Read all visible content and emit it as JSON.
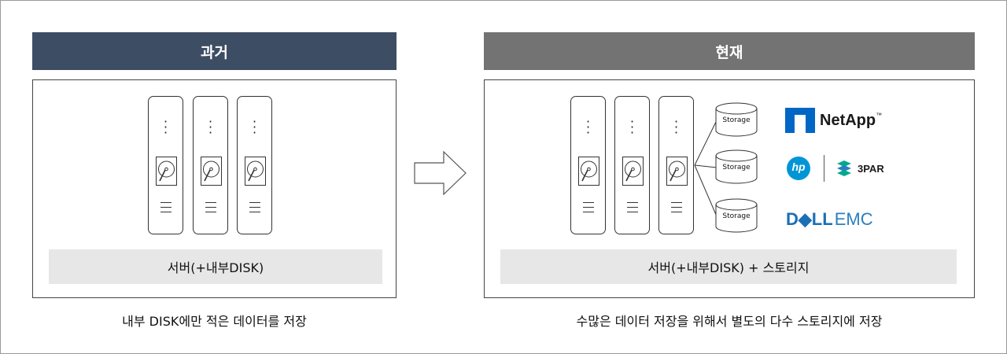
{
  "past": {
    "header": "과거",
    "label": "서버(+내부DISK)",
    "caption": "내부 DISK에만 적은 데이터를 저장"
  },
  "now": {
    "header": "현재",
    "label": "서버(+내부DISK) + 스토리지",
    "caption": "수많은 데이터 저장을 위해서 별도의 다수 스토리지에 저장",
    "storage_label": "Storage"
  },
  "logos": {
    "netapp": "NetApp",
    "netapp_tm": "™",
    "hp": "hp",
    "threepar": "3PAR",
    "dell": "D◆LL",
    "emc": "EMC"
  },
  "colors": {
    "past_header": "#3d4d63",
    "now_header": "#737373",
    "label_bar": "#e7e7e7",
    "netapp_blue": "#0067c5",
    "hp_blue": "#0096d6",
    "threepar_green": "#00a98f",
    "dell_blue": "#1a6fb5"
  }
}
